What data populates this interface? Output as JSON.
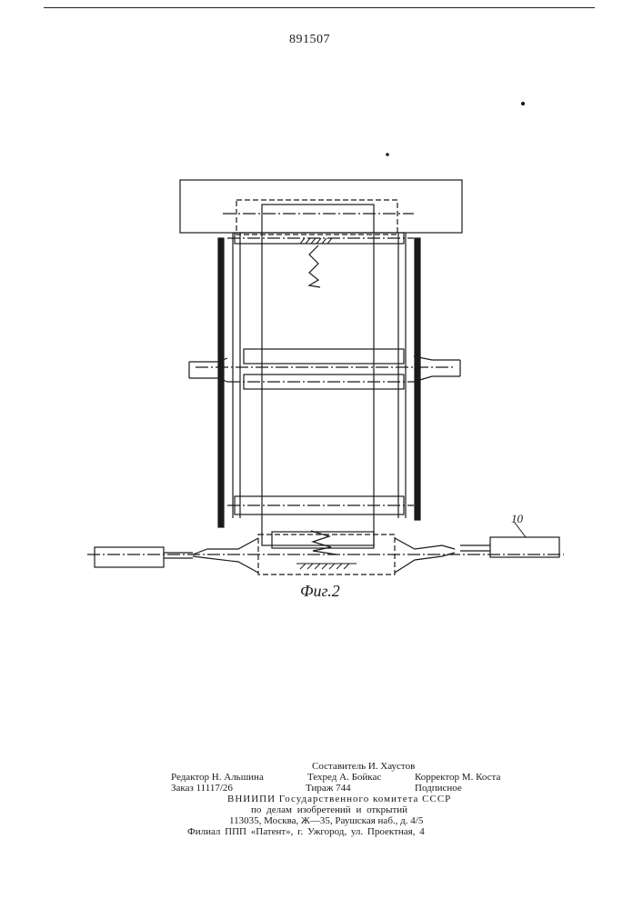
{
  "header": {
    "patent_number": "891507"
  },
  "figure": {
    "caption": "Фиг.2",
    "callout": "10"
  },
  "imprint": {
    "compiler": "Составитель И. Хаустов",
    "editor": "Редактор Н. Альшина",
    "tech_editor": "Техред А. Бойкас",
    "corrector": "Корректор М. Коста",
    "order": "Заказ 11117/26",
    "circulation": "Тираж 744",
    "subscription": "Подписное",
    "institute_line1": "ВНИИПИ Государственного комитета СССР",
    "institute_line2": "по делам изобретений и открытий",
    "address": "113035, Москва, Ж—35, Раушская наб., д. 4/5",
    "branch": "Филиал ППП «Патент», г. Ужгород, ул. Проектная, 4"
  }
}
